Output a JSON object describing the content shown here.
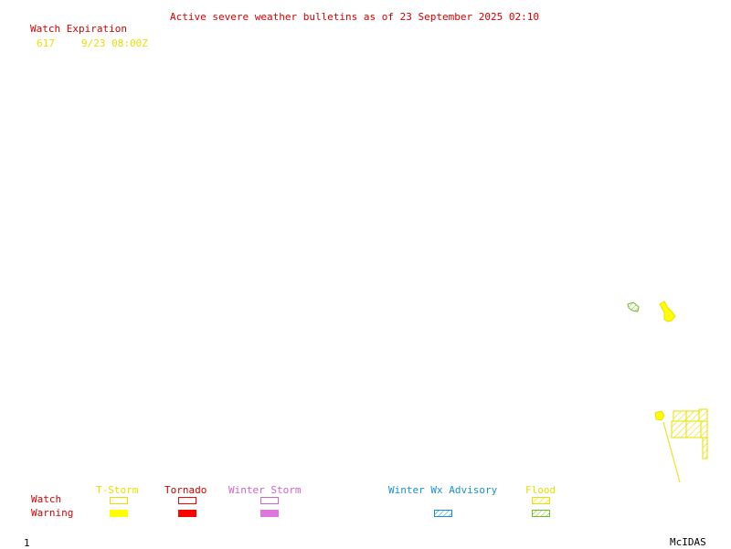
{
  "header": {
    "title": "Active severe weather bulletins as of 23 September 2025 02:10"
  },
  "watch_table": {
    "heading": "Watch Expiration",
    "rows": [
      {
        "id": "617",
        "expiration": "9/23 08:00Z"
      }
    ]
  },
  "legend": {
    "row_labels": {
      "watch": "Watch",
      "warning": "Warning"
    },
    "columns": [
      {
        "label": "T-Storm",
        "color": "#ffff00"
      },
      {
        "label": "Tornado",
        "color": "#ff0000"
      },
      {
        "label": "Winter Storm",
        "color": "#dd77dd"
      },
      {
        "label": "Winter Wx Advisory",
        "color": "#1a8fd0"
      },
      {
        "label": "Flood",
        "color": "#88cc33"
      }
    ]
  },
  "footer": {
    "frame_number": "1",
    "brand": "McIDAS"
  }
}
